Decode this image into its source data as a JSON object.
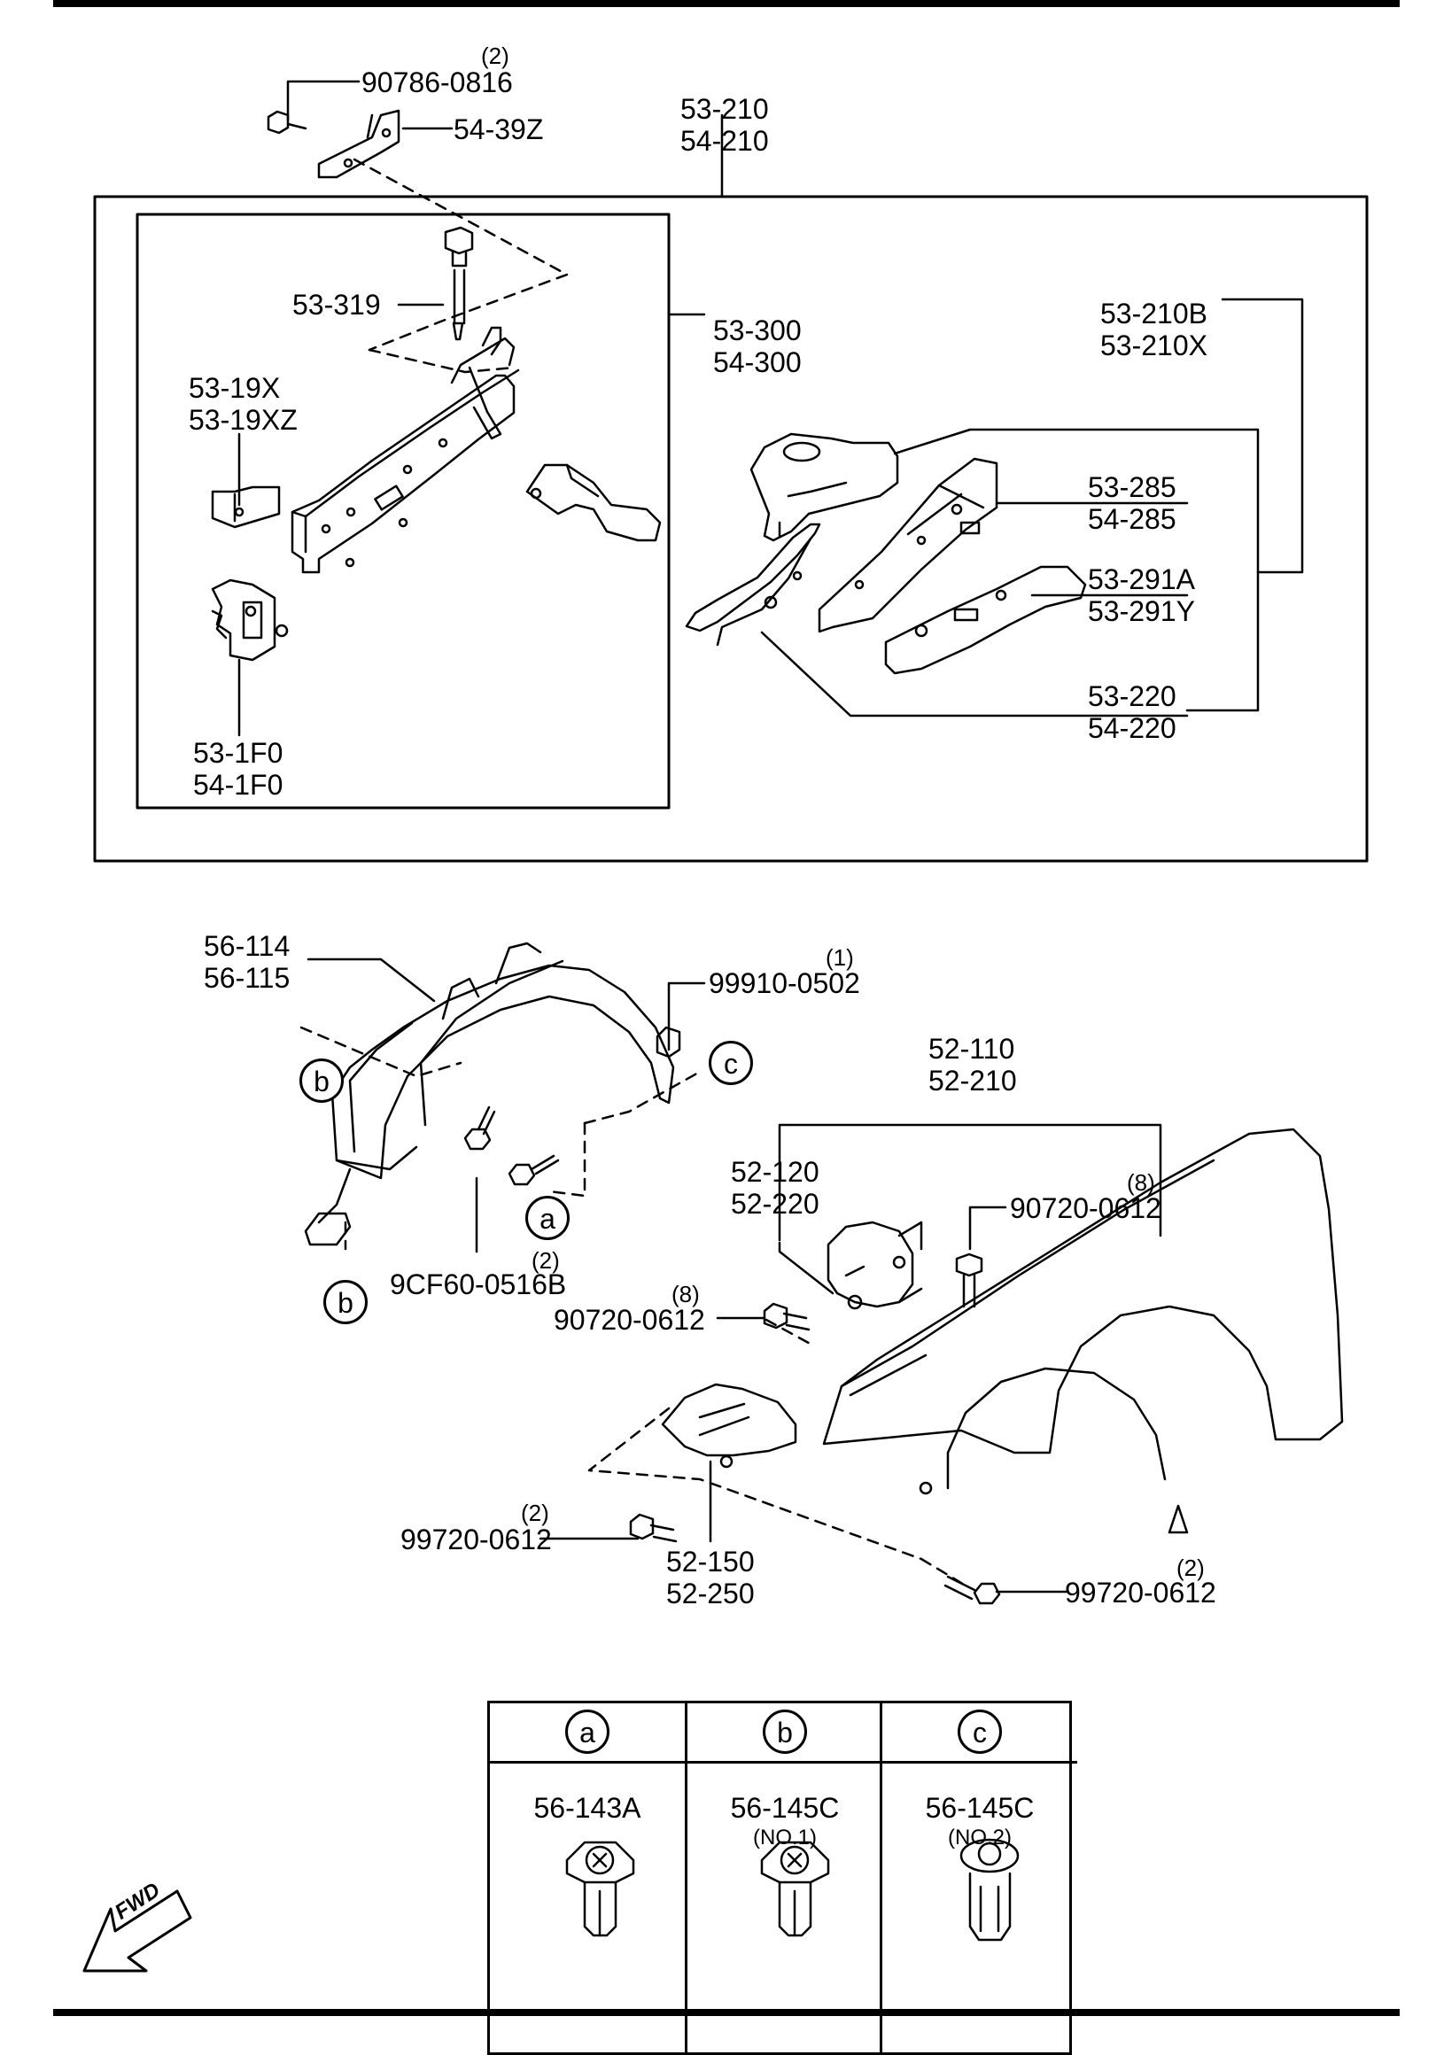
{
  "callouts": {
    "p90786_qty": "(2)",
    "p90786": "90786-0816",
    "p54_39z": "54-39Z",
    "p53_210": "53-210",
    "p54_210": "54-210",
    "p53_319": "53-319",
    "p53_300": "53-300",
    "p54_300": "54-300",
    "p53_19x": "53-19X",
    "p53_19xz": "53-19XZ",
    "p53_1f0": "53-1F0",
    "p54_1f0": "54-1F0",
    "p53_210b": "53-210B",
    "p53_210x": "53-210X",
    "p53_285": "53-285",
    "p54_285": "54-285",
    "p53_291a": "53-291A",
    "p53_291y": "53-291Y",
    "p53_220": "53-220",
    "p54_220": "54-220",
    "p56_114": "56-114",
    "p56_115": "56-115",
    "p99910_qty": "(1)",
    "p99910": "99910-0502",
    "p9cf60_qty": "(2)",
    "p9cf60": "9CF60-0516B",
    "p52_110": "52-110",
    "p52_210": "52-210",
    "p52_120": "52-120",
    "p52_220": "52-220",
    "p90720a_qty": "(8)",
    "p90720a": "90720-0612",
    "p90720b_qty": "(8)",
    "p90720b": "90720-0612",
    "p99720a_qty": "(2)",
    "p99720a": "99720-0612",
    "p52_150": "52-150",
    "p52_250": "52-250",
    "p99720b_qty": "(2)",
    "p99720b": "99720-0612"
  },
  "refs": {
    "a": "a",
    "b": "b",
    "c": "c"
  },
  "legend": [
    {
      "ref": "a",
      "part": "56-143A",
      "note": ""
    },
    {
      "ref": "b",
      "part": "56-145C",
      "note": "(NO.1)"
    },
    {
      "ref": "c",
      "part": "56-145C",
      "note": "(NO.2)"
    }
  ],
  "direction": "FWD"
}
